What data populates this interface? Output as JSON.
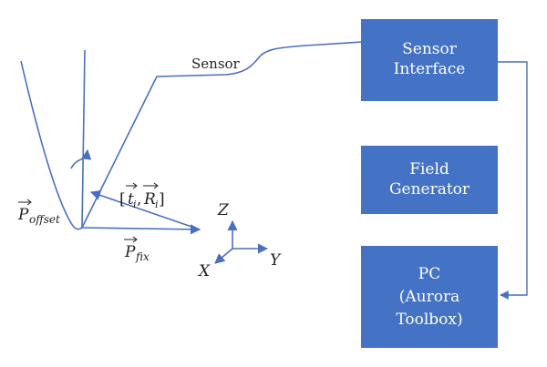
{
  "colors": {
    "line": "#4a6fbf",
    "box": "#4472c4",
    "text": "#222222",
    "box_text": "#ffffff"
  },
  "labels": {
    "sensor": "Sensor",
    "p_offset_base": "P",
    "p_offset_sub": "offset",
    "p_fix_base": "P",
    "p_fix_sub": "fix",
    "transform_open": "[",
    "transform_t": "t",
    "transform_t_sub": "i",
    "transform_comma": ",",
    "transform_r": "R",
    "transform_r_sub": "i",
    "transform_close": "]",
    "axis_z": "Z",
    "axis_y": "Y",
    "axis_x": "X"
  },
  "boxes": {
    "sensor_interface": {
      "line1": "Sensor",
      "line2": "Interface"
    },
    "field_generator": {
      "line1": "Field",
      "line2": "Generator"
    },
    "pc": {
      "line1": "PC",
      "line2": "(Aurora",
      "line3": "Toolbox)"
    }
  }
}
